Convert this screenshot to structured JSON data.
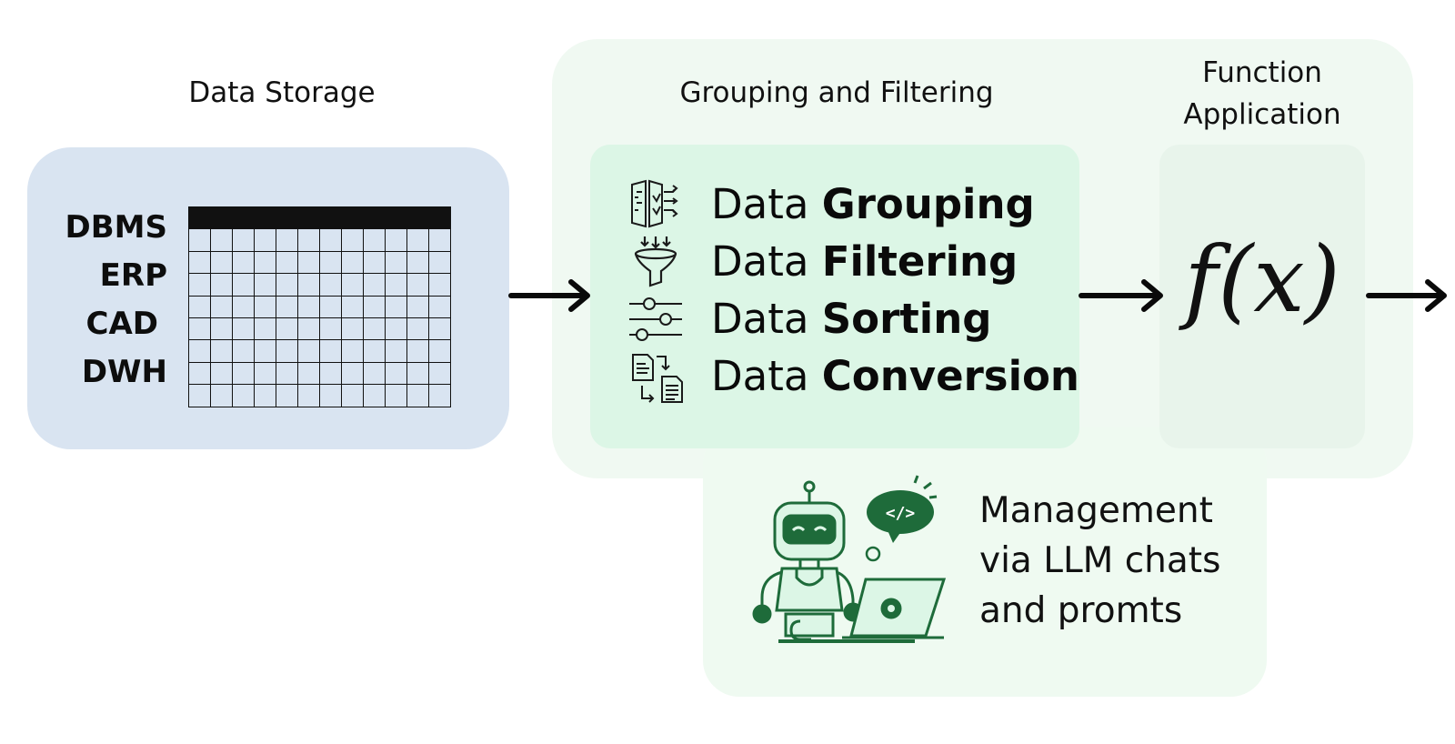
{
  "storage": {
    "title": "Data Storage",
    "sources": [
      "DBMS",
      "ERP",
      "CAD",
      "DWH"
    ]
  },
  "grouping": {
    "title": "Grouping and Filtering",
    "operations": [
      {
        "prefix": "Data",
        "name": "Grouping",
        "icon": "grouping-icon"
      },
      {
        "prefix": "Data",
        "name": "Filtering",
        "icon": "funnel-icon"
      },
      {
        "prefix": "Data",
        "name": "Sorting",
        "icon": "sliders-icon"
      },
      {
        "prefix": "Data",
        "name": "Conversion",
        "icon": "document-convert-icon"
      }
    ]
  },
  "function": {
    "title_line1": "Function",
    "title_line2": "Application",
    "formula": "f(x)"
  },
  "management": {
    "lines": [
      "Management",
      "via LLM chats",
      "and promts"
    ],
    "icon": "robot-laptop-icon"
  },
  "colors": {
    "storage_bg": "#d9e4f1",
    "panel_bg": "#f0f9f2",
    "ops_bg": "#dcf6e6",
    "accent_green": "#1e6b3a"
  }
}
